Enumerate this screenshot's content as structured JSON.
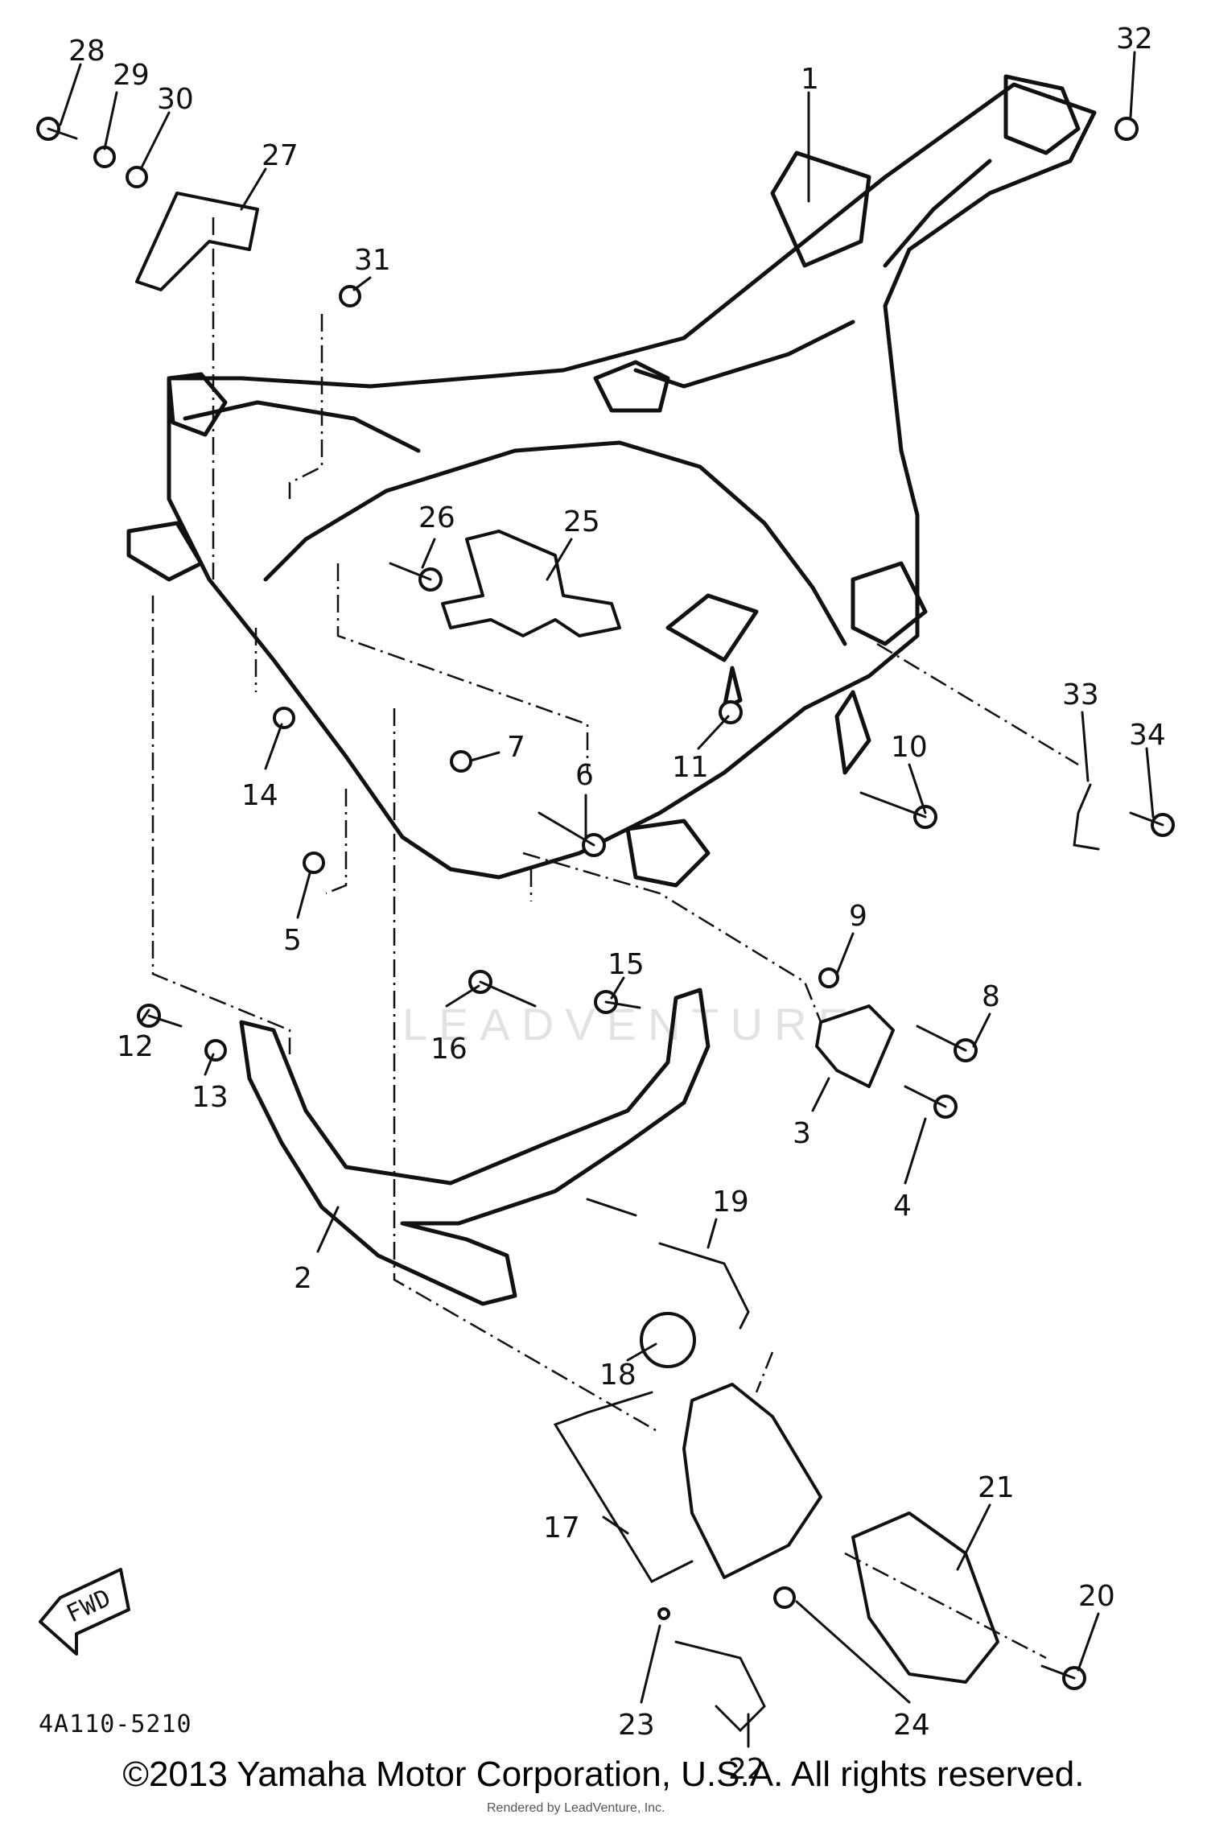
{
  "diagram": {
    "code": "4A110-5210",
    "watermark": "LEADVENTURE",
    "fwd_label": "FWD",
    "copyright": "©2013 Yamaha Motor Corporation, U.S.A. All rights reserved.",
    "rendered_by": "Rendered by LeadVenture, Inc.",
    "callouts": [
      "1",
      "2",
      "3",
      "4",
      "5",
      "6",
      "7",
      "8",
      "9",
      "10",
      "11",
      "12",
      "13",
      "14",
      "15",
      "16",
      "17",
      "18",
      "19",
      "20",
      "21",
      "22",
      "23",
      "24",
      "25",
      "26",
      "27",
      "28",
      "29",
      "30",
      "31",
      "32",
      "33",
      "34"
    ]
  }
}
